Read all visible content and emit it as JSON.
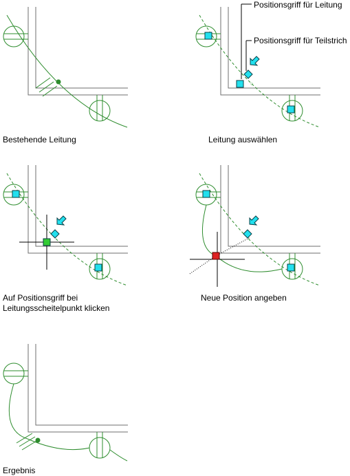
{
  "captions": {
    "step1": "Bestehende Leitung",
    "step2": "Leitung auswählen",
    "step3_line1": "Auf Positionsgriff bei",
    "step3_line2": "Leitungsscheitelpunkt klicken",
    "step4": "Neue Position angeben",
    "step5": "Ergebnis"
  },
  "callouts": {
    "vertex_grip": "Positionsgriff für Leitung",
    "segment_grip": "Positionsgriff für Teilstrich"
  },
  "colors": {
    "wall": "#6e6e6e",
    "leader": "#2d8c2d",
    "grip_fill": "#22e0ee",
    "grip_stroke": "#0a3f46",
    "selected_grip": "#33cc33",
    "hot_grip": "#dd2222",
    "crosshair": "#000000"
  }
}
